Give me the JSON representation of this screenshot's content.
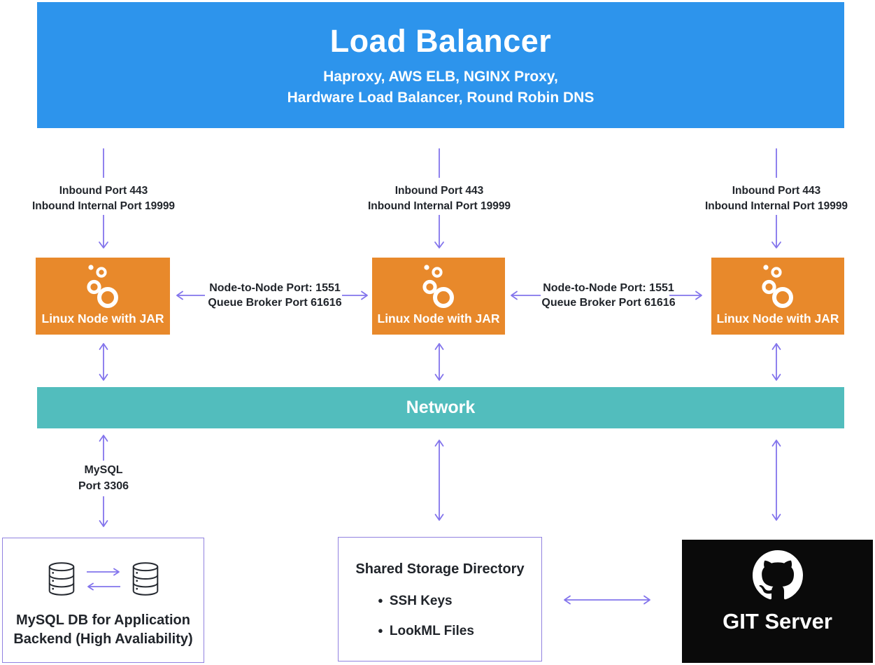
{
  "load_balancer": {
    "title": "Load Balancer",
    "subtitle1": "Haproxy, AWS ELB, NGINX Proxy,",
    "subtitle2": "Hardware Load Balancer, Round Robin DNS"
  },
  "inbound": {
    "line1": "Inbound Port 443",
    "line2": "Inbound Internal Port 19999"
  },
  "node_link": {
    "line1": "Node-to-Node Port: 1551",
    "line2": "Queue Broker Port 61616"
  },
  "nodes": [
    {
      "label": "Linux Node with JAR"
    },
    {
      "label": "Linux Node with JAR"
    },
    {
      "label": "Linux Node with JAR"
    }
  ],
  "network": {
    "label": "Network"
  },
  "mysql_link": {
    "line1": "MySQL",
    "line2": "Port 3306"
  },
  "mysql_db": {
    "line1": "MySQL DB for Application",
    "line2": "Backend (High Avaliability)"
  },
  "shared_storage": {
    "title": "Shared Storage Directory",
    "items": [
      "SSH Keys",
      "LookML Files"
    ]
  },
  "git": {
    "label": "GIT Server"
  },
  "icons": {
    "node_icon": "looker-bubbles-icon",
    "database_icon": "database-cylinder-icon",
    "git_icon": "github-octocat-icon"
  },
  "colors": {
    "load_balancer_blue": "#2d94ec",
    "node_orange": "#e8892b",
    "network_teal": "#52bdbd",
    "arrow_purple": "#8374ec",
    "box_border_purple": "#9182e0",
    "git_black": "#0a0a0a",
    "text_dark": "#21252b"
  }
}
